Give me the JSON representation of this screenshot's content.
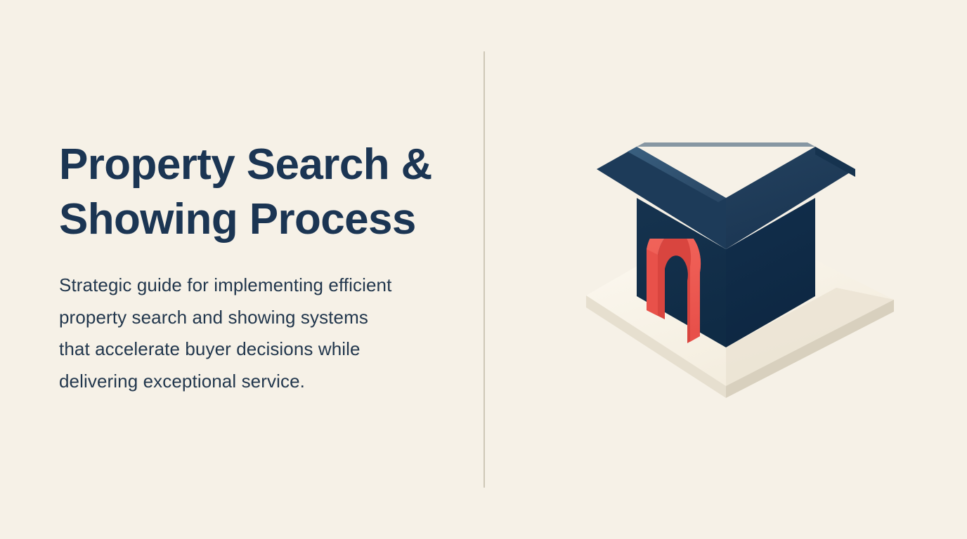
{
  "slide": {
    "background_color": "#f6f1e7",
    "title": "Property Search &\nShowing Process",
    "title_color": "#1b3553",
    "subtitle": "Strategic guide for implementing efficient property search and showing systems that accelerate buyer decisions while delivering exceptional service.",
    "subtitle_color": "#22374d"
  },
  "divider": {
    "color": "#cec7b6"
  },
  "illustration": {
    "name": "isometric-house",
    "alt_text": "Isometric illustration of a dark navy house with a red arched doorway sitting on a cream platform",
    "colors": {
      "roof_main": "#1e3a5a",
      "roof_left_slope": "#2d4a68",
      "roof_highlight": "#355a7c",
      "wall_left": "#132f4c",
      "wall_right": "#0f2c49",
      "door_front": "#ef5a52",
      "door_inner": "#d9453f",
      "door_side": "#e8514a",
      "base_top": "#faf6ee",
      "base_left": "#e4ddcd",
      "base_right": "#d9d1bf",
      "ground_shadow": "#e9e2d2"
    }
  }
}
